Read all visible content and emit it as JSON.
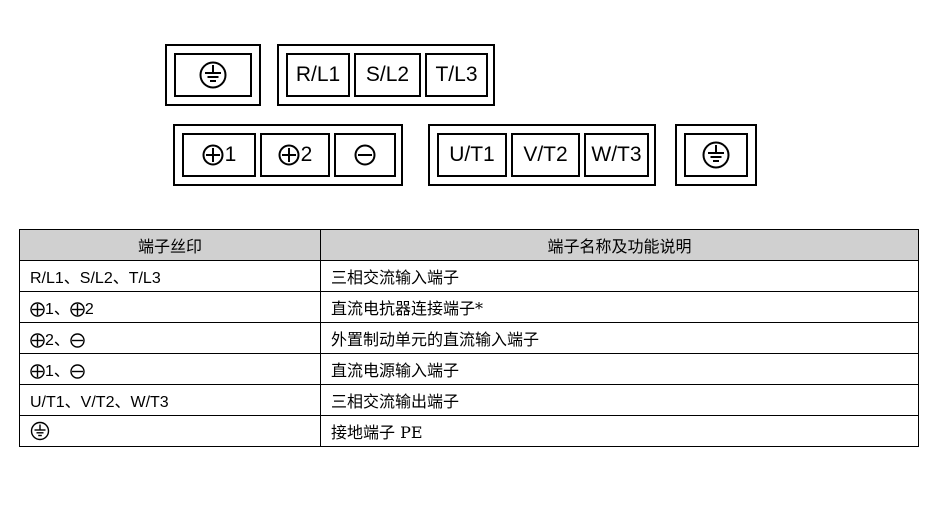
{
  "top_row": {
    "ground_terminal_icon": "ground-icon",
    "input_terminals": [
      "R/L1",
      "S/L2",
      "T/L3"
    ]
  },
  "bottom_row": {
    "dc_terminals": [
      {
        "symbol": "plus-icon",
        "num": "1"
      },
      {
        "symbol": "plus-icon",
        "num": "2"
      },
      {
        "symbol": "minus-icon",
        "num": ""
      }
    ],
    "output_terminals": [
      "U/T1",
      "V/T2",
      "W/T3"
    ],
    "ground_terminal_icon": "ground-icon"
  },
  "table": {
    "headers": [
      "端子丝印",
      "端子名称及功能说明"
    ],
    "rows": [
      {
        "marking": "R/L1、S/L2、T/L3",
        "description": "三相交流输入端子"
      },
      {
        "marking_parts": [
          {
            "icon": "plus-icon"
          },
          {
            "text": "1、"
          },
          {
            "icon": "plus-icon"
          },
          {
            "text": "2"
          }
        ],
        "description": "直流电抗器连接端子*"
      },
      {
        "marking_parts": [
          {
            "icon": "plus-icon"
          },
          {
            "text": "2、"
          },
          {
            "icon": "minus-icon"
          }
        ],
        "description": "外置制动单元的直流输入端子"
      },
      {
        "marking_parts": [
          {
            "icon": "plus-icon"
          },
          {
            "text": "1、"
          },
          {
            "icon": "minus-icon"
          }
        ],
        "description": "直流电源输入端子"
      },
      {
        "marking": "U/T1、V/T2、W/T3",
        "description": "三相交流输出端子"
      },
      {
        "marking_parts": [
          {
            "icon": "ground-icon"
          }
        ],
        "description": "接地端子 PE"
      }
    ]
  }
}
